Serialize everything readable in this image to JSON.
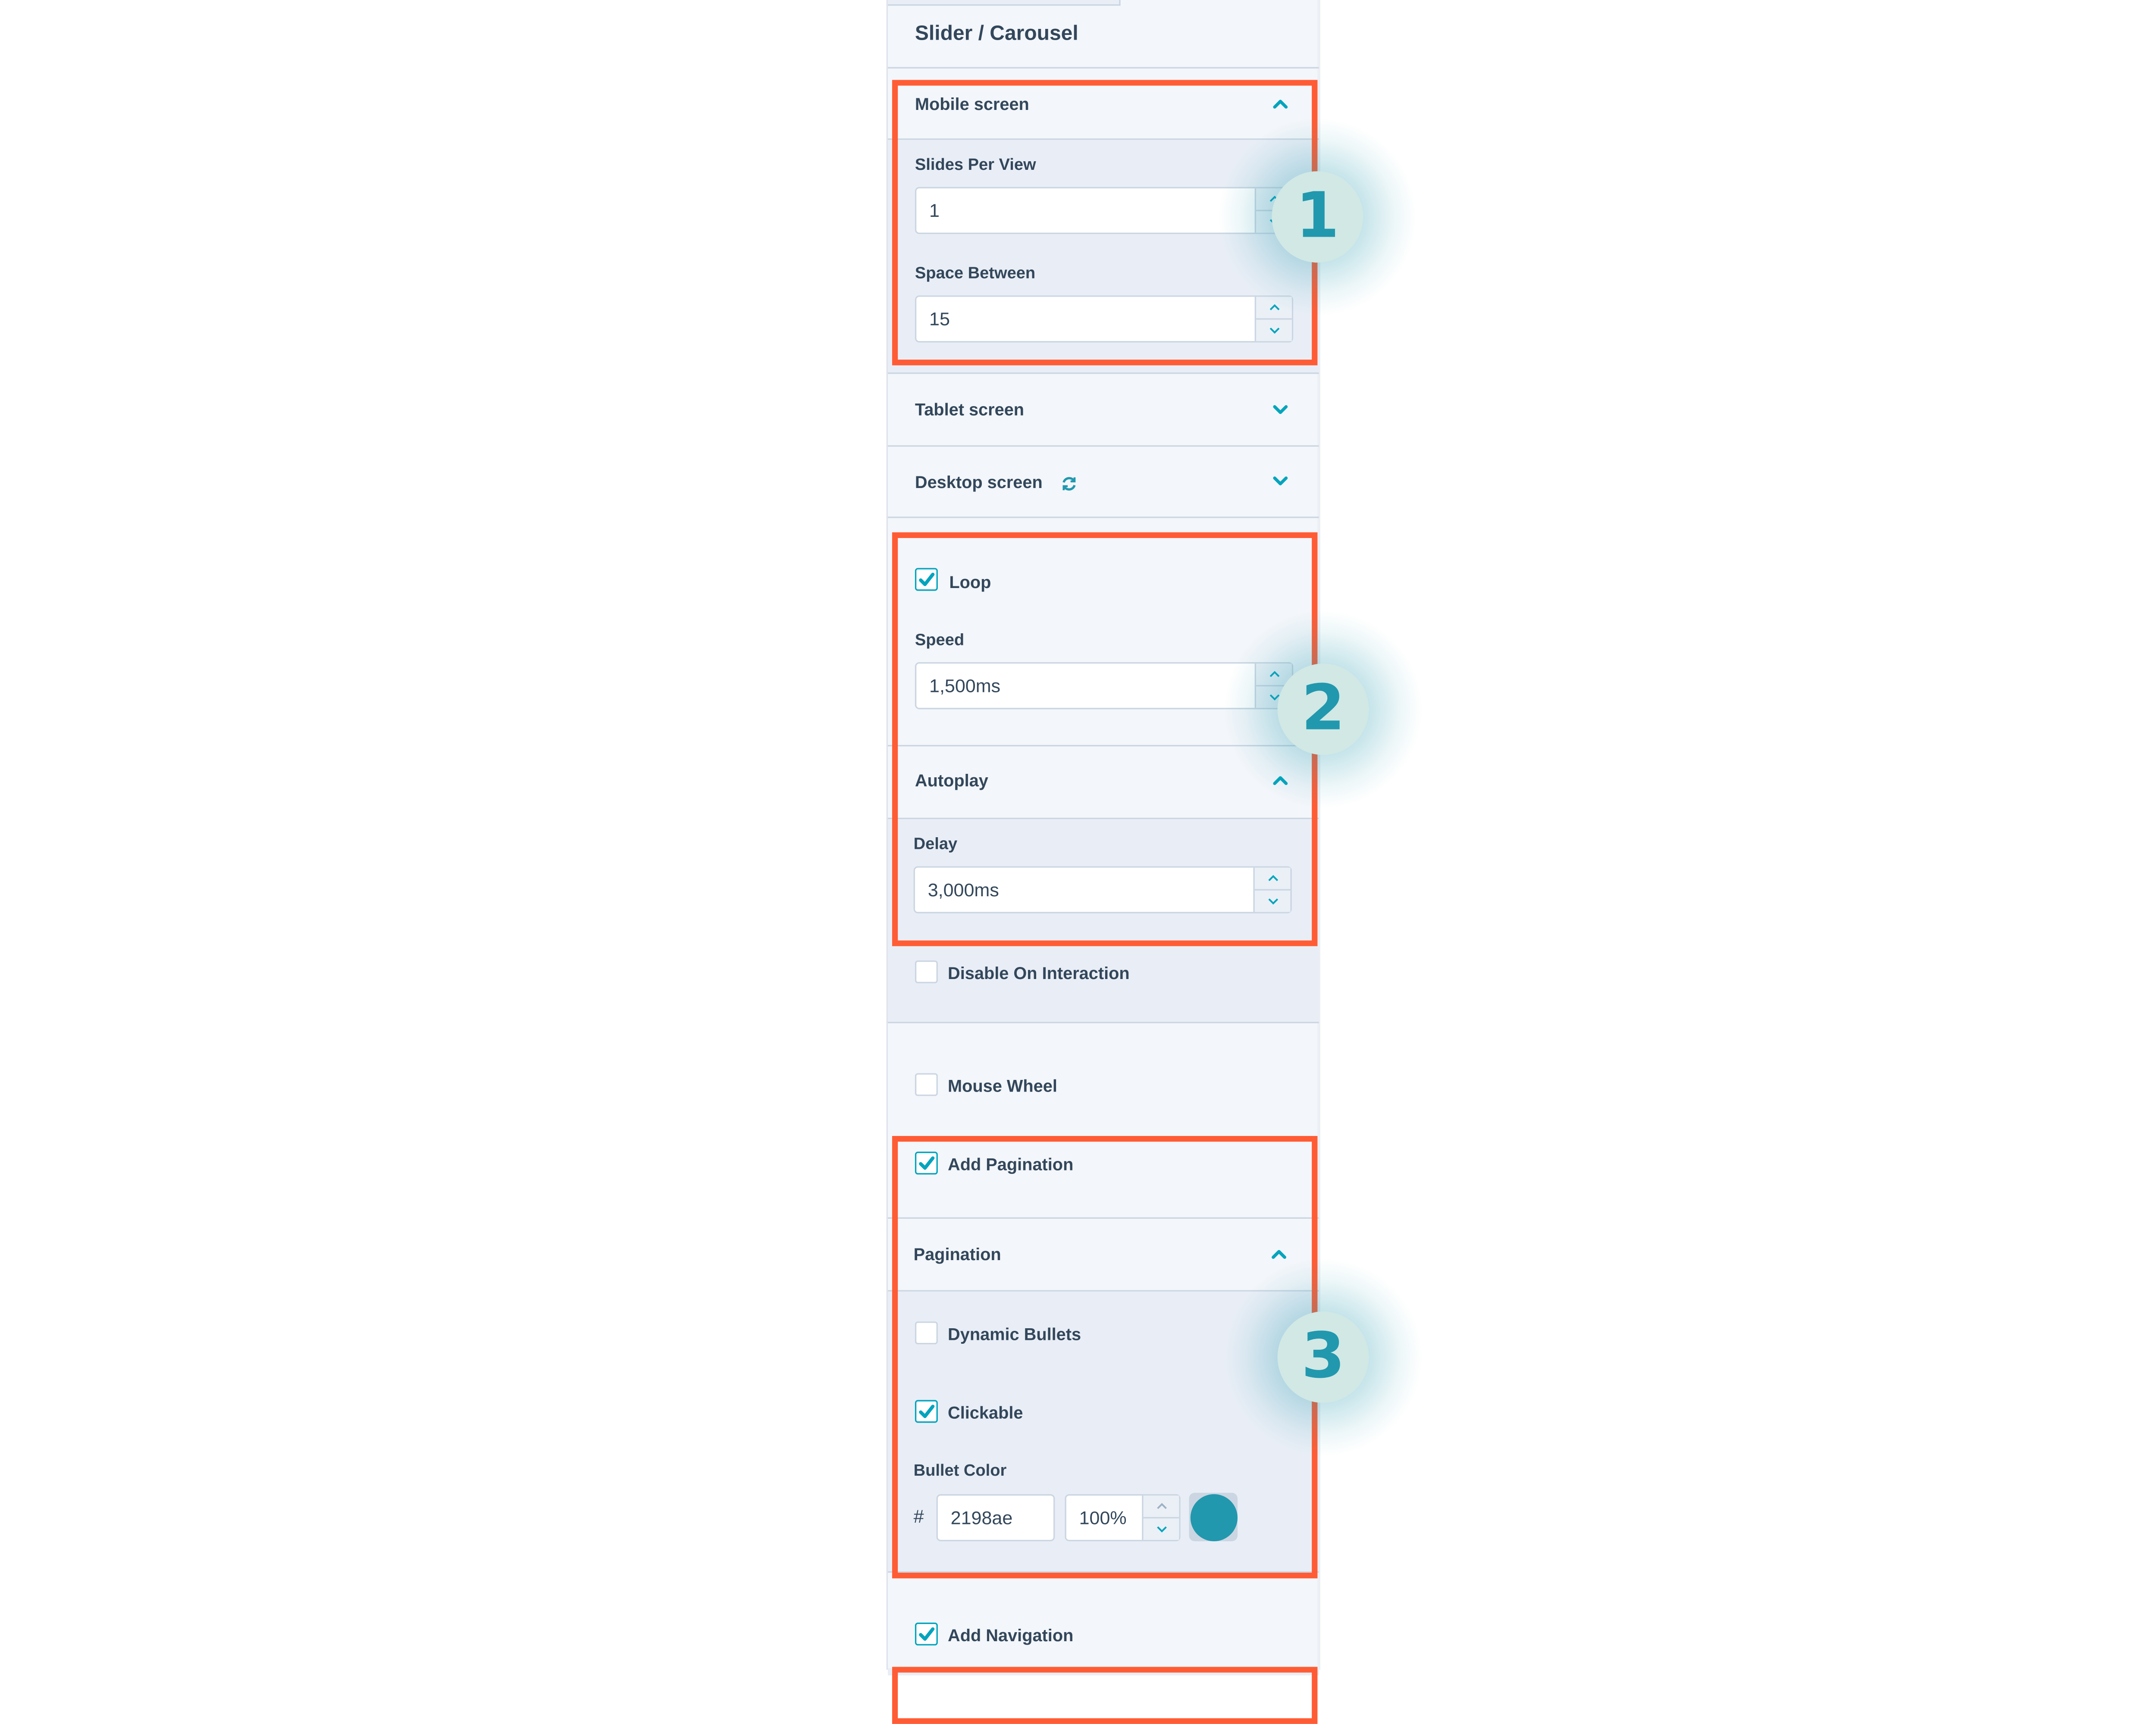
{
  "panel": {
    "title": "Slider / Carousel"
  },
  "sections": {
    "mobile": {
      "title": "Mobile screen",
      "expanded": true,
      "slides_per_view_label": "Slides Per View",
      "slides_per_view_value": "1",
      "space_between_label": "Space Between",
      "space_between_value": "15"
    },
    "tablet": {
      "title": "Tablet screen",
      "expanded": false
    },
    "desktop": {
      "title": "Desktop screen",
      "expanded": false,
      "icon": "refresh-icon"
    }
  },
  "loop": {
    "label": "Loop",
    "checked": true
  },
  "speed": {
    "label": "Speed",
    "value": "1,500ms"
  },
  "autoplay": {
    "title": "Autoplay",
    "expanded": true,
    "delay_label": "Delay",
    "delay_value": "3,000ms",
    "disable_on_interaction_label": "Disable On Interaction",
    "disable_on_interaction_checked": false
  },
  "mouse_wheel": {
    "label": "Mouse Wheel",
    "checked": false
  },
  "add_pagination": {
    "label": "Add Pagination",
    "checked": true
  },
  "pagination": {
    "title": "Pagination",
    "expanded": true,
    "dynamic_bullets_label": "Dynamic Bullets",
    "dynamic_bullets_checked": false,
    "clickable_label": "Clickable",
    "clickable_checked": true,
    "bullet_color_label": "Bullet Color",
    "hash_symbol": "#",
    "bullet_color_hex": "2198ae",
    "bullet_color_opacity": "100%",
    "bullet_color_swatch": "#2198ae"
  },
  "add_navigation": {
    "label": "Add Navigation",
    "checked": true
  },
  "annotations": {
    "badge_1": "1",
    "badge_2": "2",
    "badge_3": "3",
    "highlight_color": "#ff5c35",
    "badge_color": "#2198ae",
    "badge_bg": "#d1e8e5"
  },
  "colors": {
    "accent": "#00a4bd",
    "text": "#33475b",
    "panel_bg": "#f3f6fa",
    "subsection_bg": "#e9eef6",
    "border": "#cbd6e2"
  }
}
